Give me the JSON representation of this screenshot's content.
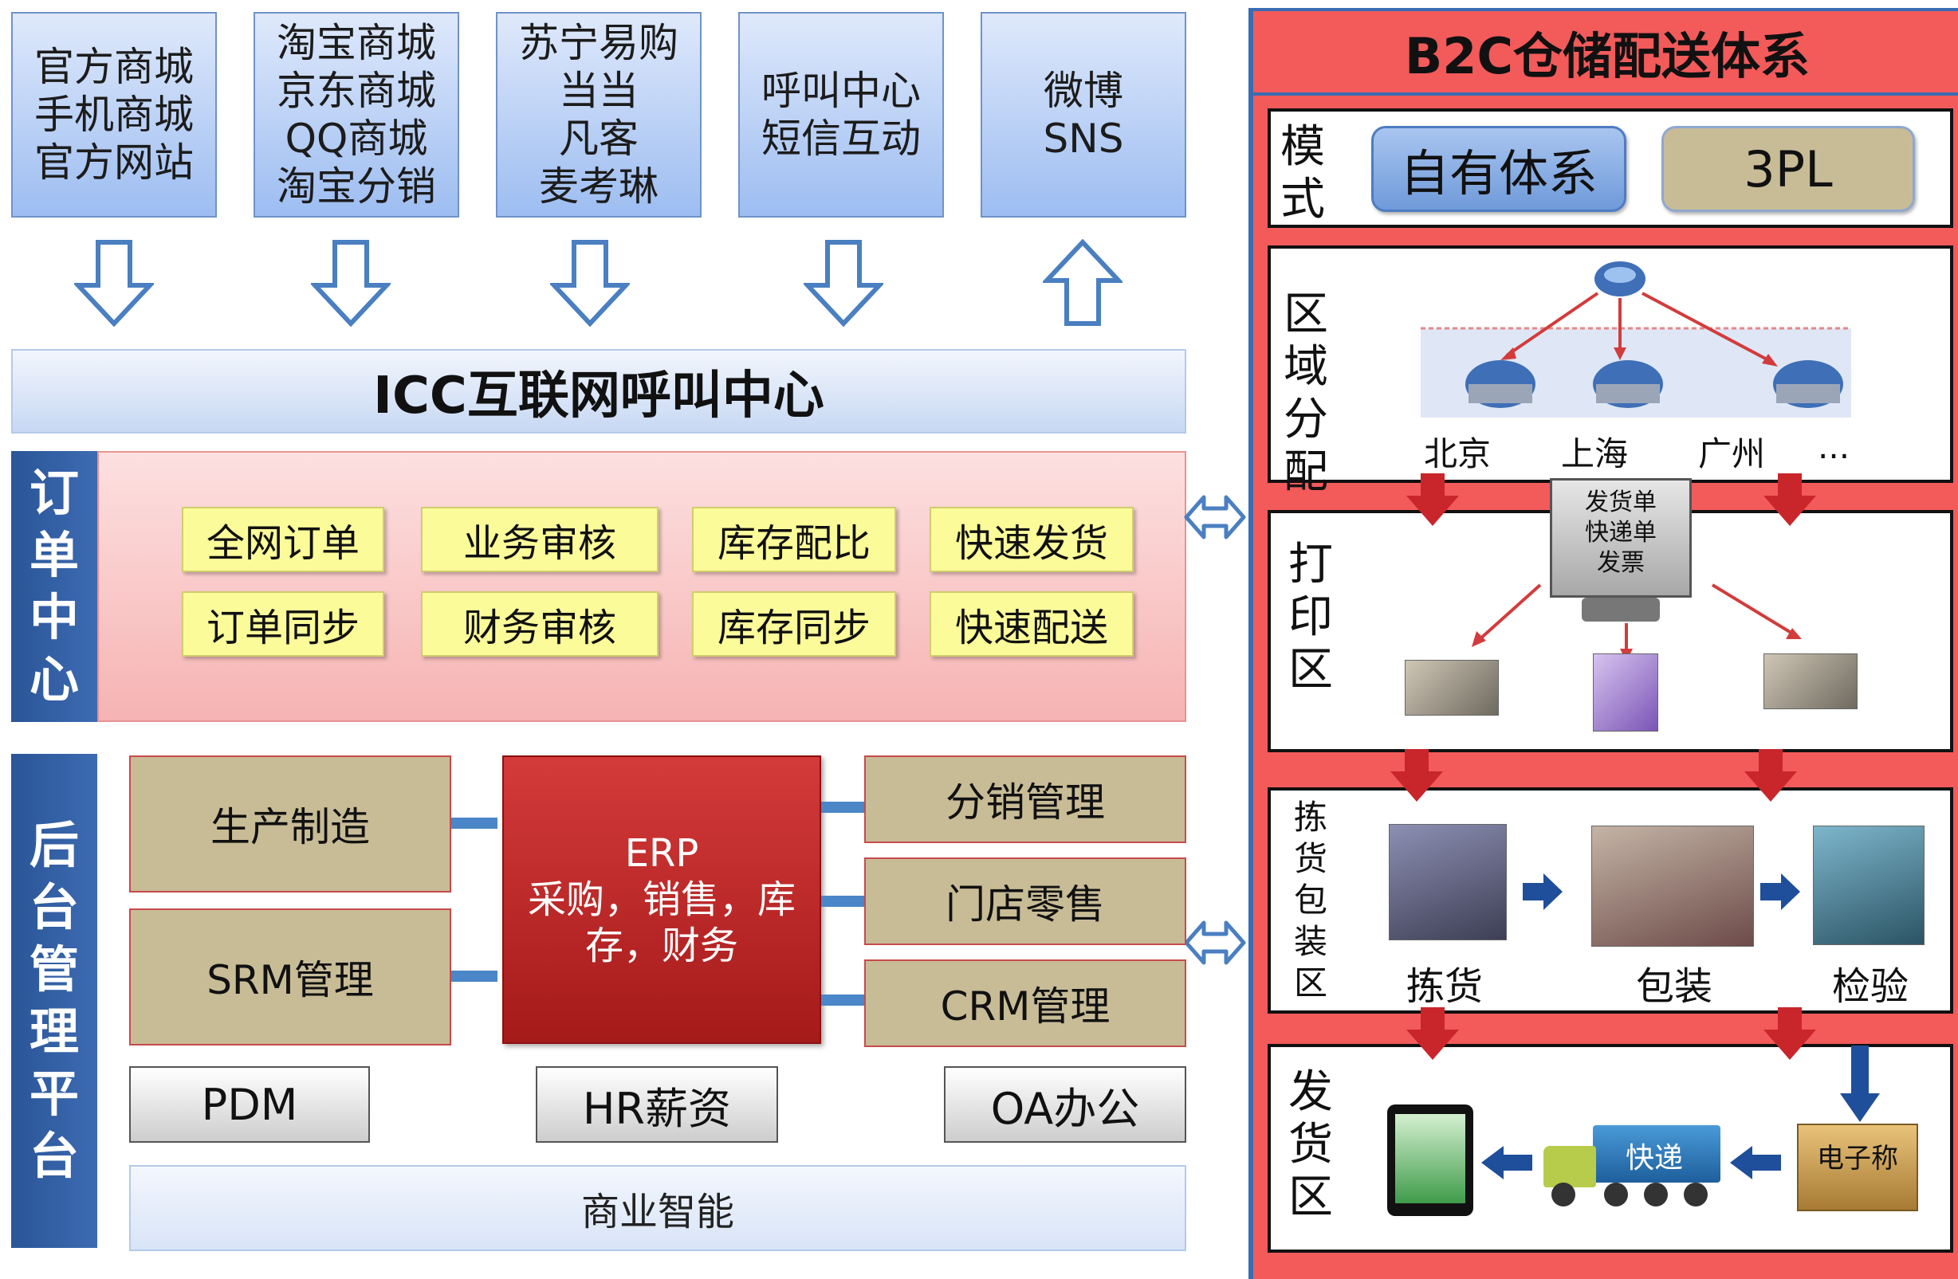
{
  "channels": [
    {
      "lines": [
        "官方商城",
        "手机商城",
        "官方网站"
      ]
    },
    {
      "lines": [
        "淘宝商城",
        "京东商城",
        "QQ商城",
        "淘宝分销"
      ]
    },
    {
      "lines": [
        "苏宁易购",
        "当当",
        "凡客",
        "麦考琳"
      ]
    },
    {
      "lines": [
        "呼叫中心",
        "短信互动"
      ]
    },
    {
      "lines": [
        "微博",
        "SNS"
      ]
    }
  ],
  "icc_bar": "ICC互联网呼叫中心",
  "order_center": {
    "tab_chars": [
      "订",
      "单",
      "中",
      "心"
    ],
    "items": [
      "全网订单",
      "业务审核",
      "库存配比",
      "快速发货",
      "订单同步",
      "财务审核",
      "库存同步",
      "快速配送"
    ]
  },
  "backend": {
    "tab_chars": [
      "后",
      "台",
      "管",
      "理",
      "平",
      "台"
    ],
    "left_boxes": [
      "生产制造",
      "SRM管理"
    ],
    "erp_title": "ERP",
    "erp_lines": [
      "采购，销售，库",
      "存，财务"
    ],
    "right_boxes": [
      "分销管理",
      "门店零售",
      "CRM管理"
    ],
    "bottom_boxes": [
      "PDM",
      "HR薪资",
      "OA办公"
    ],
    "bi_bar": "商业智能"
  },
  "warehouse": {
    "title": "B2C仓储配送体系",
    "mode": {
      "label_chars": [
        "模",
        "式"
      ],
      "options": [
        "自有体系",
        "3PL"
      ]
    },
    "region": {
      "label_chars": [
        "区",
        "域",
        "分",
        "配"
      ],
      "cities": [
        "北京",
        "上海",
        "广州",
        "..."
      ]
    },
    "print": {
      "label_chars": [
        "打",
        "印",
        "区"
      ],
      "monitor_lines": [
        "发货单",
        "快递单",
        "发票"
      ]
    },
    "pick": {
      "label_chars": [
        "拣",
        "货",
        "包",
        "装",
        "区"
      ],
      "steps": [
        "拣货",
        "包装",
        "检验"
      ]
    },
    "ship": {
      "label_chars": [
        "发",
        "货",
        "区"
      ],
      "truck_label": "快递",
      "scale_label": "电子称"
    }
  },
  "colors": {
    "channel_blue": "#9dbdf1",
    "tab_blue": "#2a5597",
    "order_yellow": "#fbfb9a",
    "tan": "#c8bc97",
    "erp_red": "#c02a2a",
    "panel_red": "#f35a5a"
  }
}
